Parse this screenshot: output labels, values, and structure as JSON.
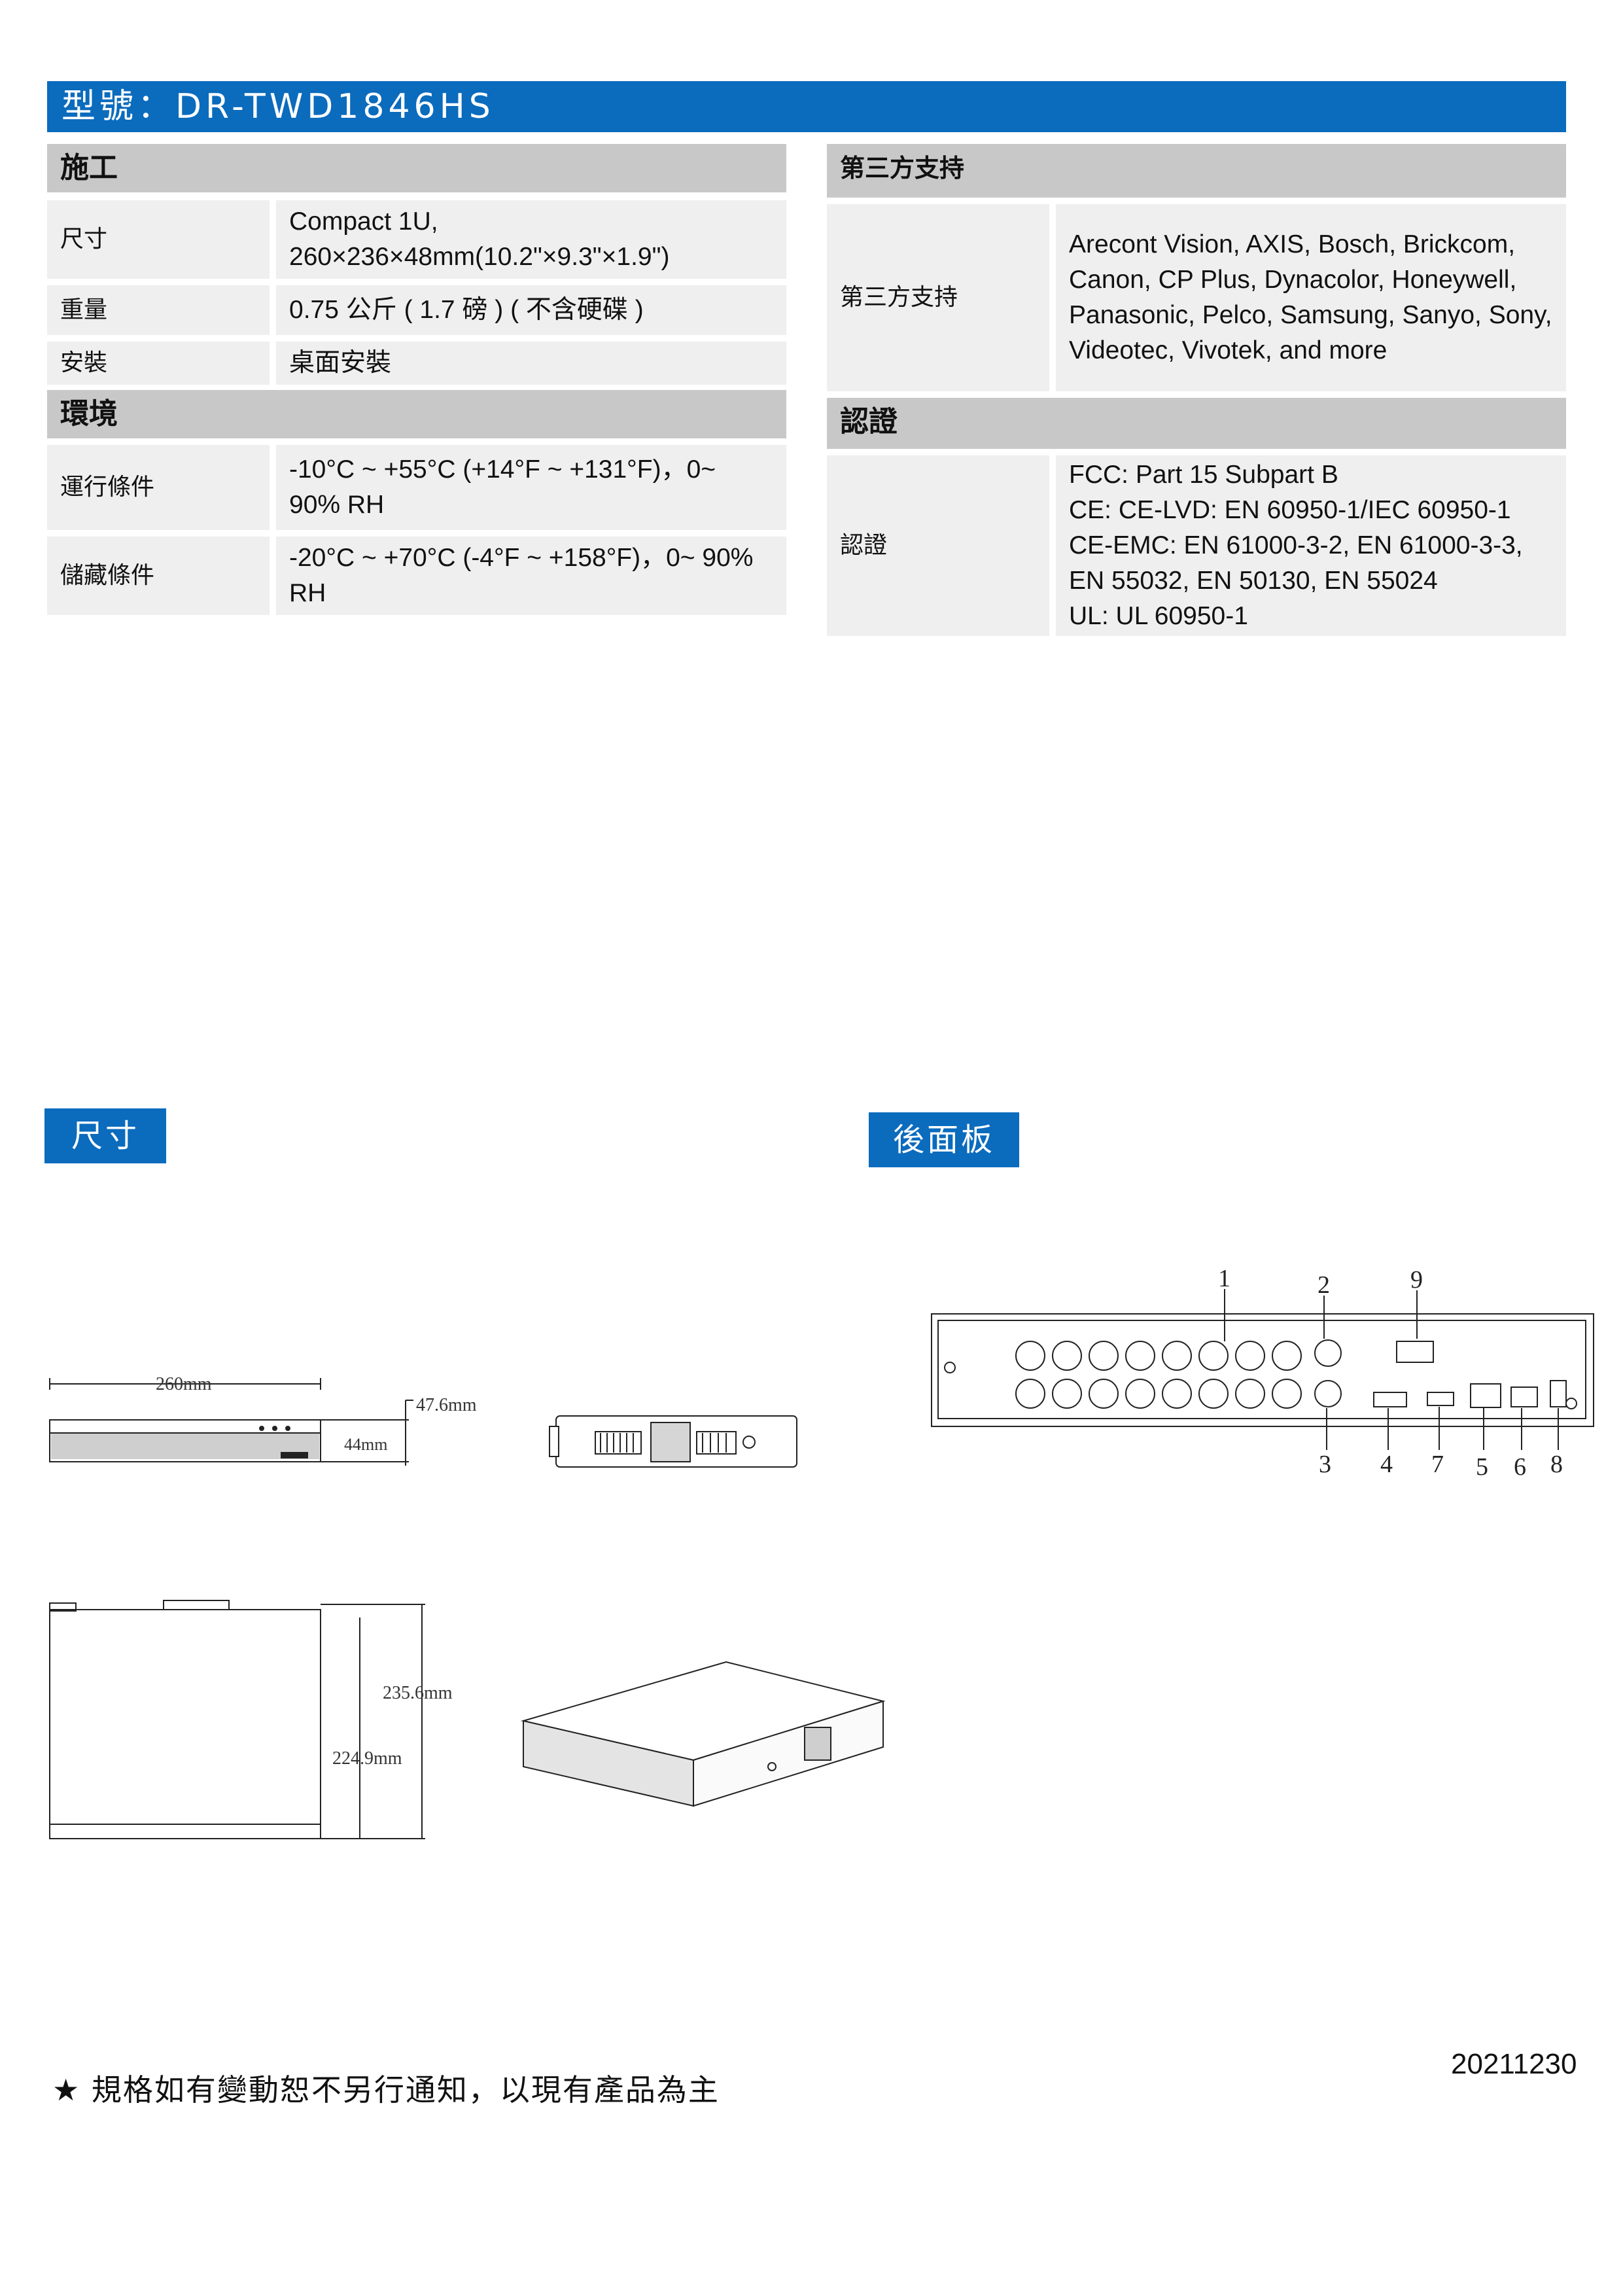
{
  "model_label": "型號：DR-TWD1846HS",
  "left_table": {
    "construction_title": "施工",
    "rows_construction": [
      {
        "label": "尺寸",
        "value_line1": "Compact 1U,",
        "value_line2": "260×236×48mm(10.2\"×9.3\"×1.9\")"
      },
      {
        "label": "重量",
        "value": "0.75  公斤 ( 1.7  磅 ) ( 不含硬碟 )"
      },
      {
        "label": "安裝",
        "value": "桌面安裝"
      }
    ],
    "environment_title": "環境",
    "rows_environment": [
      {
        "label": "運行條件",
        "value_line1": "-10°C ~ +55°C (+14°F ~ +131°F)，0~",
        "value_line2": "90% RH"
      },
      {
        "label": "儲藏條件",
        "value_line1": "-20°C ~ +70°C (-4°F ~ +158°F)，0~ 90%",
        "value_line2": "RH"
      }
    ]
  },
  "right_table": {
    "third_party_title": "第三方支持",
    "third_party_label": "第三方支持",
    "third_party_lines": [
      "Arecont Vision, AXIS, Bosch, Brickcom,",
      "Canon, CP Plus, Dynacolor, Honeywell,",
      "Panasonic, Pelco, Samsung, Sanyo, Sony,",
      "Videotec, Vivotek, and more"
    ],
    "cert_title": "認證",
    "cert_label": "認證",
    "cert_lines": [
      "FCC: Part 15 Subpart B",
      "CE: CE-LVD: EN 60950-1/IEC 60950-1",
      "CE-EMC: EN 61000-3-2, EN 61000-3-3,",
      "EN 55032, EN 50130, EN 55024",
      "UL: UL 60950-1"
    ]
  },
  "dimension_tag": "尺寸",
  "rear_panel_tag": "後面板",
  "dimension_labels": {
    "width": "260mm",
    "depth_side": "47.6mm",
    "height": "44mm",
    "depth_total": "235.6mm",
    "depth_body": "224.9mm"
  },
  "rear_numbers_top": [
    "1",
    "2",
    "9"
  ],
  "rear_numbers_bottom": [
    "3",
    "4",
    "7",
    "5",
    "6",
    "8"
  ],
  "footnote": "★ 規格如有變動恕不另行通知，以現有產品為主",
  "date_code": "20211230"
}
